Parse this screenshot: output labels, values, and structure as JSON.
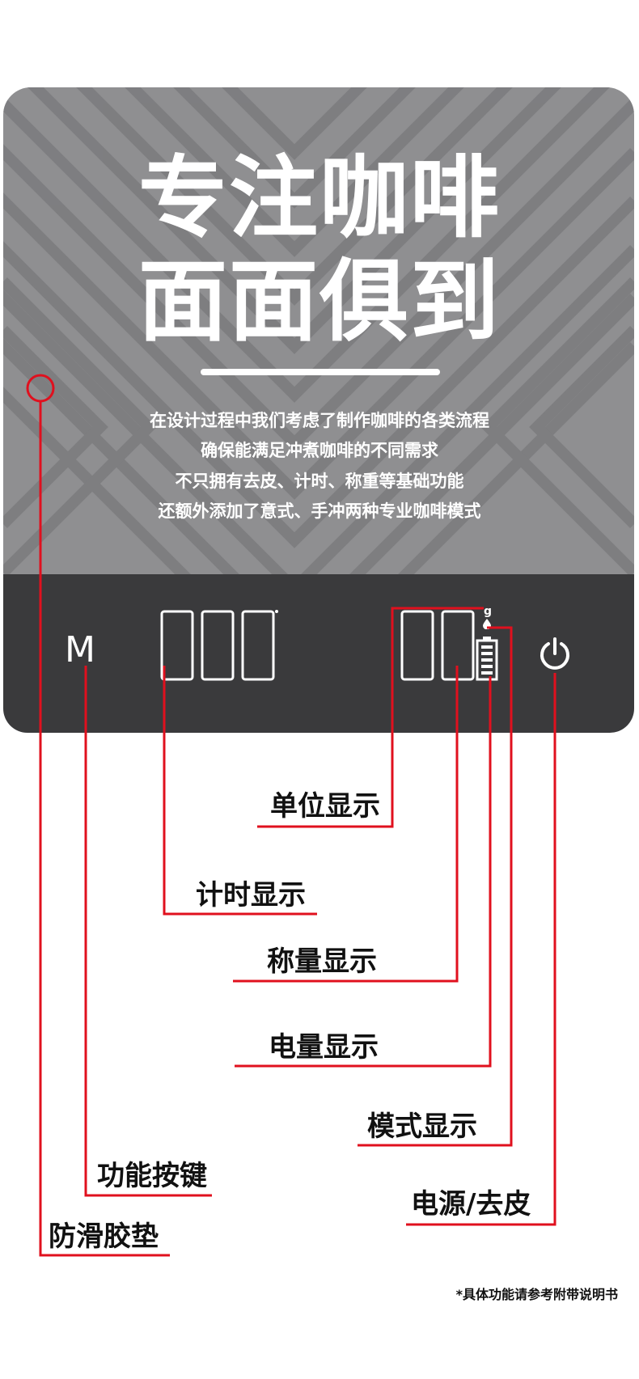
{
  "headline": {
    "line1": "专注咖啡",
    "line2": "面面俱到"
  },
  "description": [
    "在设计过程中我们考虑了制作咖啡的各类流程",
    "确保能满足冲煮咖啡的不同需求",
    "不只拥有去皮、计时、称重等基础功能",
    "还额外添加了意式、手冲两种专业咖啡模式"
  ],
  "display": {
    "mode_key": "M",
    "timer_digits": "000",
    "weight_digits": "00",
    "unit": "g",
    "icons": [
      "drop-icon",
      "battery-icon",
      "power-icon"
    ]
  },
  "callouts": {
    "unit": "单位显示",
    "timer": "计时显示",
    "weight": "称量显示",
    "battery": "电量显示",
    "mode": "模式显示",
    "function_key": "功能按键",
    "power_tare": "电源/去皮",
    "anti_slip": "防滑胶垫"
  },
  "footnote": "*具体功能请参考附带说明书",
  "colors": {
    "accent": "#e0101e",
    "scale_top": "#8f8f91",
    "scale_bottom": "#3a3a3c"
  }
}
